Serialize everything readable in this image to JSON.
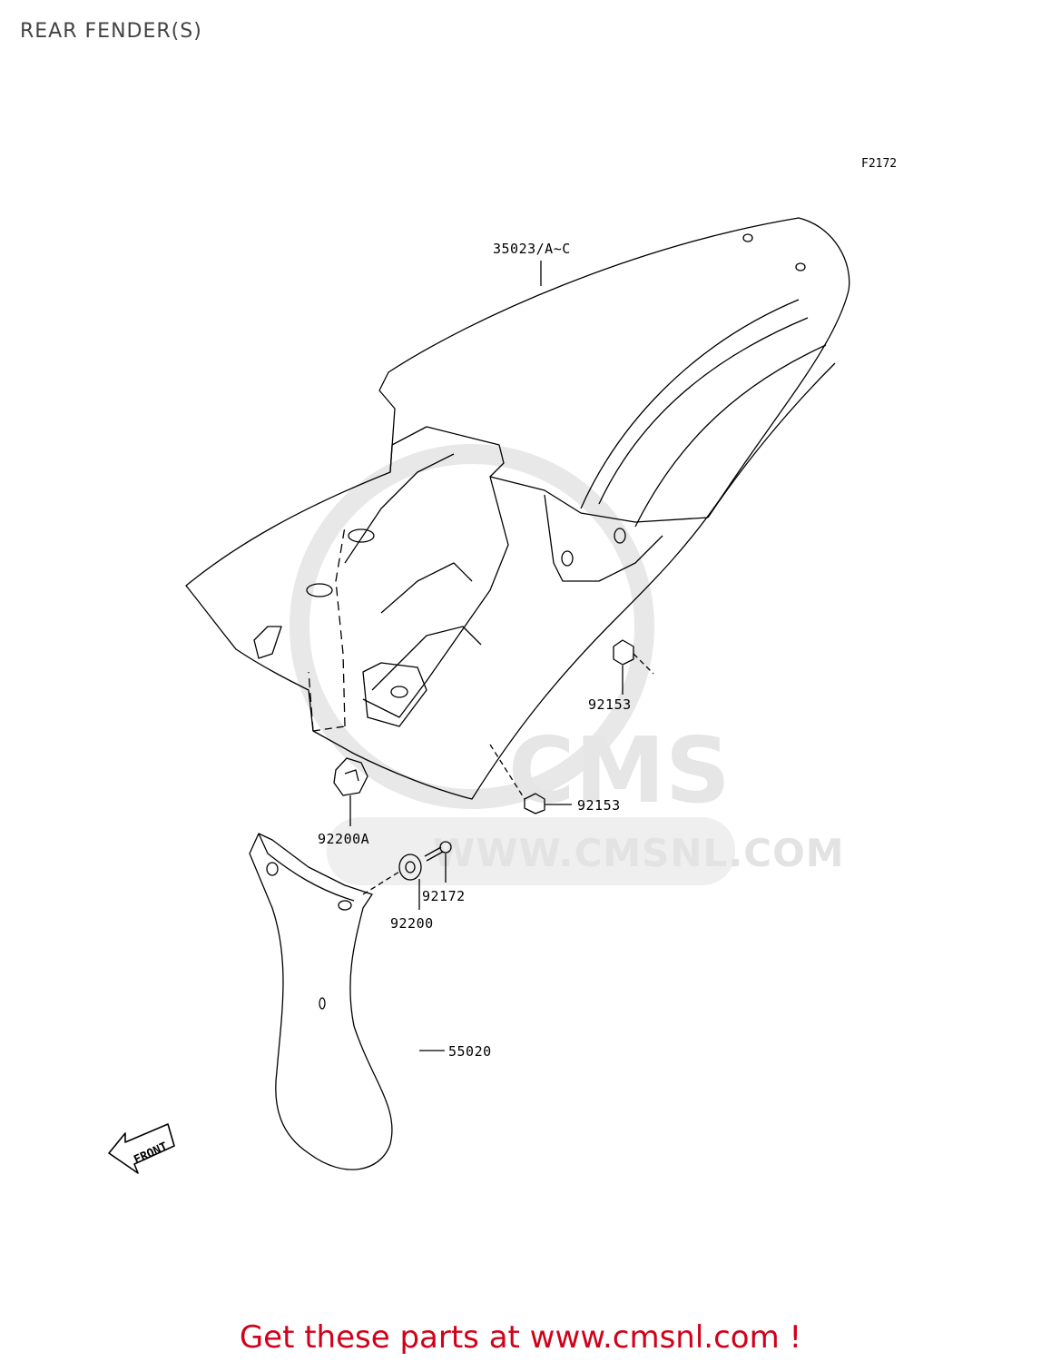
{
  "header": {
    "title": "REAR FENDER(S)"
  },
  "figure": {
    "code": "F2172"
  },
  "watermark": {
    "logo_text": "CMS",
    "url_text": "WWW.CMSNL.COM"
  },
  "parts": [
    {
      "number": "35023/A~C"
    },
    {
      "number": "92153"
    },
    {
      "number": "92153"
    },
    {
      "number": "92200A"
    },
    {
      "number": "92172"
    },
    {
      "number": "92200"
    },
    {
      "number": "55020"
    }
  ],
  "direction_marker": {
    "label": "FRONT"
  },
  "footer": {
    "text": "Get these parts at www.cmsnl.com !",
    "color": "#d0021b"
  }
}
